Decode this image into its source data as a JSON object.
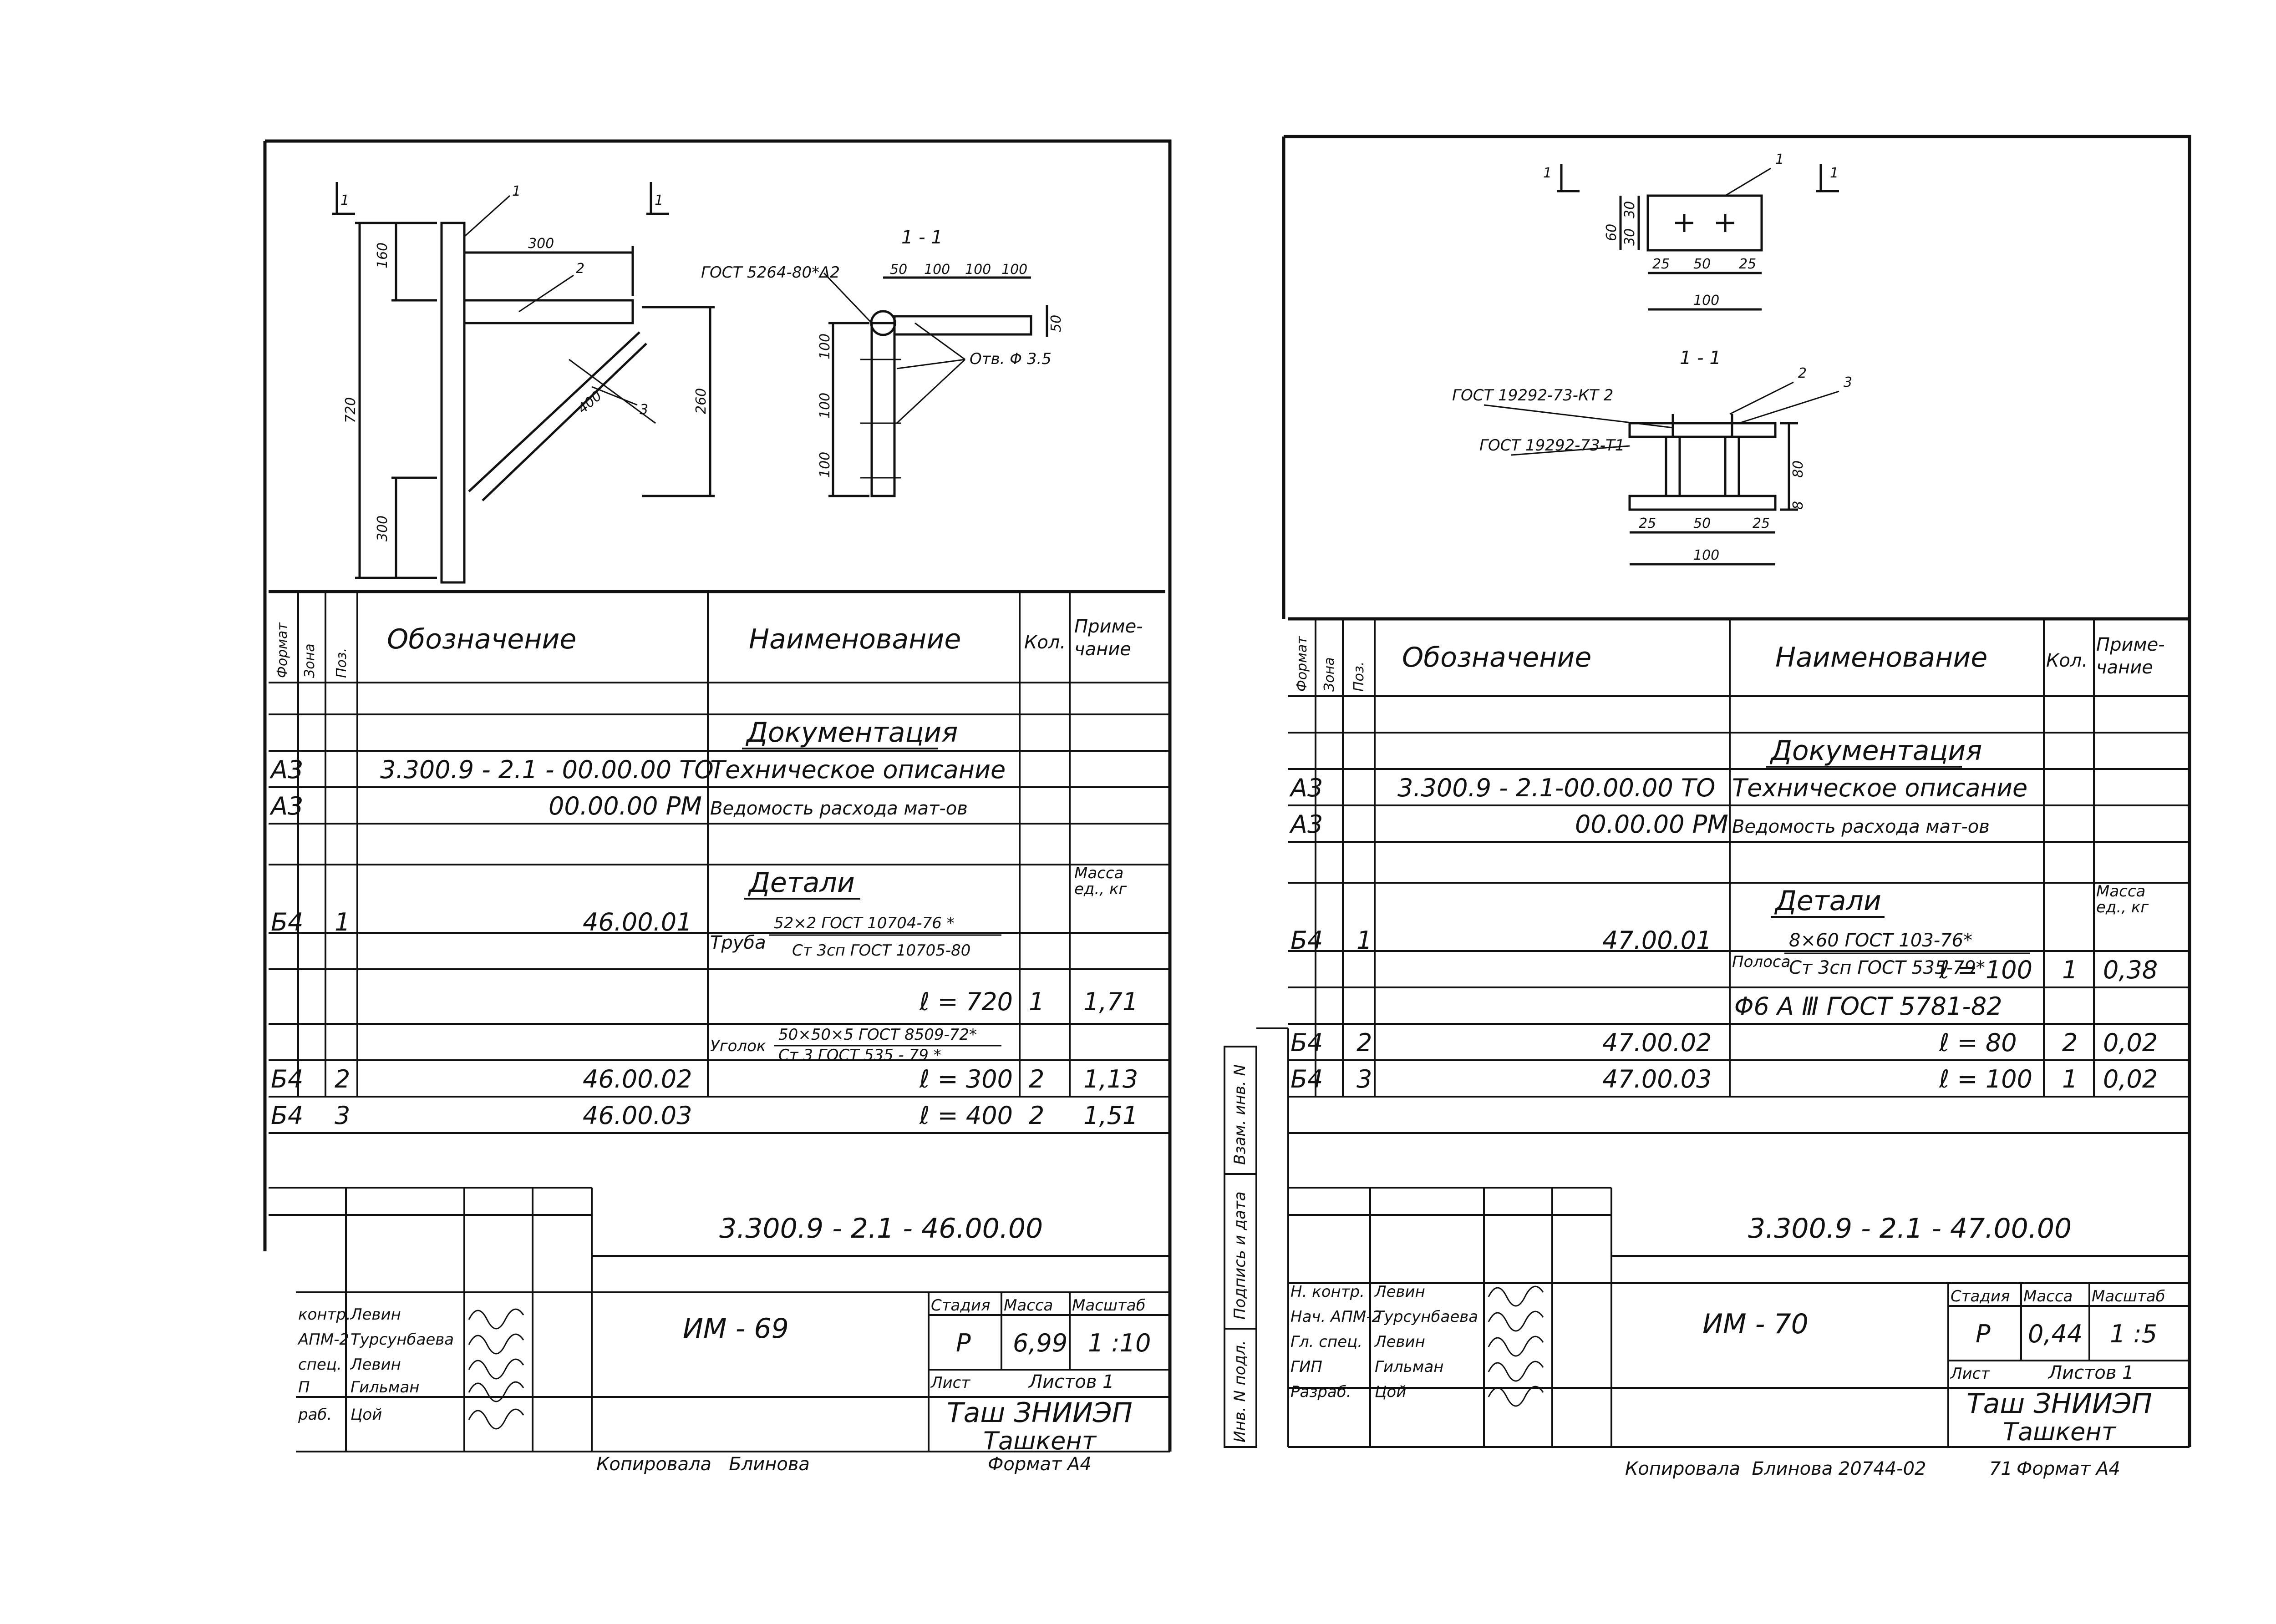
{
  "sheets": [
    {
      "drawing": {
        "section_mark": "1",
        "section_title": "1 - 1",
        "positions": [
          "1",
          "2",
          "3"
        ],
        "dims": {
          "d300": "300",
          "d160": "160",
          "d720": "720",
          "d300b": "300",
          "d400": "400",
          "d260": "260",
          "d50a": "50",
          "d100a": "100",
          "d100b": "100",
          "d100c": "100",
          "d50b": "50",
          "d100v1": "100",
          "d100v2": "100",
          "d100v3": "100"
        },
        "gost_weld": "ГОСТ 5264-80*Δ2",
        "hole_note": "Отв. Φ 3.5"
      },
      "table": {
        "headers": {
          "format": "Формат",
          "zone": "Зона",
          "pos": "Поз.",
          "designation": "Обозначение",
          "name": "Наименование",
          "qty": "Кол.",
          "note": "Приме-\nчание"
        },
        "rows": [
          {
            "format": "",
            "pos": "",
            "designation": "",
            "name": "Документация",
            "qty": "",
            "note": ""
          },
          {
            "format": "А3",
            "pos": "",
            "designation": "3.300.9 - 2.1 - 00.00.00 ТО",
            "name": "Техническое описание",
            "qty": "",
            "note": ""
          },
          {
            "format": "А3",
            "pos": "",
            "designation": "00.00.00 РМ",
            "name": "Ведомость расхода мат-ов",
            "qty": "",
            "note": ""
          },
          {
            "format": "",
            "pos": "",
            "designation": "",
            "name": "",
            "qty": "",
            "note": ""
          },
          {
            "format": "",
            "pos": "",
            "designation": "",
            "name": "Детали",
            "qty": "",
            "note": "Масса\nед., кг"
          },
          {
            "format": "Б4",
            "pos": "1",
            "designation": "46.00.01",
            "name_prefix": "Труба",
            "name_top": "52×2 ГОСТ 10704-76 *",
            "name_bottom": "Ст 3сп ГОСТ 10705-80",
            "qty": "",
            "note": ""
          },
          {
            "format": "",
            "pos": "",
            "designation": "",
            "name": "ℓ = 720",
            "qty": "1",
            "note": "1,71"
          },
          {
            "format": "",
            "pos": "",
            "designation": "",
            "name_prefix": "Уголок",
            "name_top": "50×50×5 ГОСТ 8509-72*",
            "name_bottom": "Ст 3 ГОСТ 535 - 79 *",
            "qty": "",
            "note": ""
          },
          {
            "format": "Б4",
            "pos": "2",
            "designation": "46.00.02",
            "name": "ℓ = 300",
            "qty": "2",
            "note": "1,13"
          },
          {
            "format": "Б4",
            "pos": "3",
            "designation": "46.00.03",
            "name": "ℓ = 400",
            "qty": "2",
            "note": "1,51"
          }
        ]
      },
      "title_block": {
        "doc_number": "3.300.9 - 2.1 - 46.00.00",
        "doc_title": "ИМ - 69",
        "stage_label": "Стадия",
        "mass_label": "Масса",
        "scale_label": "Масштаб",
        "stage": "Р",
        "mass": "6,99",
        "scale": "1 :10",
        "sheet_label": "Лист",
        "sheets_label": "Листов 1",
        "org_line1": "Таш ЗНИИЭП",
        "org_line2": "Ташкент",
        "signers": [
          {
            "role": "контр.",
            "name": "Левин"
          },
          {
            "role": "АПМ-2",
            "name": "Турсунбаева"
          },
          {
            "role": "спец.",
            "name": "Левин"
          },
          {
            "role": "П",
            "name": "Гильман"
          },
          {
            "role": "раб.",
            "name": "Цой"
          }
        ]
      },
      "footer": {
        "copied": "Копировала",
        "copier": "Блинова",
        "format": "Формат А4"
      }
    },
    {
      "drawing": {
        "section_mark": "1",
        "section_title": "1 - 1",
        "positions": [
          "1",
          "2",
          "3"
        ],
        "dims": {
          "d60": "60",
          "d30a": "30",
          "d30b": "30",
          "d25a": "25",
          "d50": "50",
          "d25b": "25",
          "d100": "100",
          "d80": "80",
          "d8": "8",
          "d25c": "25",
          "d50b": "50",
          "d25d": "25",
          "d100b": "100"
        },
        "gost_top": "ГОСТ 19292-73-КТ 2",
        "gost_bottom": "ГОСТ 19292-73-Т1"
      },
      "table": {
        "headers": {
          "format": "Формат",
          "zone": "Зона",
          "pos": "Поз.",
          "designation": "Обозначение",
          "name": "Наименование",
          "qty": "Кол.",
          "note": "Приме-\nчание"
        },
        "rows": [
          {
            "format": "",
            "pos": "",
            "designation": "",
            "name": "Документация",
            "qty": "",
            "note": ""
          },
          {
            "format": "А3",
            "pos": "",
            "designation": "3.300.9 - 2.1-00.00.00 ТО",
            "name": "Техническое описание",
            "qty": "",
            "note": ""
          },
          {
            "format": "А3",
            "pos": "",
            "designation": "00.00.00 РМ",
            "name": "Ведомость расхода мат-ов",
            "qty": "",
            "note": ""
          },
          {
            "format": "",
            "pos": "",
            "designation": "",
            "name": "",
            "qty": "",
            "note": ""
          },
          {
            "format": "",
            "pos": "",
            "designation": "",
            "name": "Детали",
            "qty": "",
            "note": "Масса\nед., кг"
          },
          {
            "format": "Б4",
            "pos": "1",
            "designation": "47.00.01",
            "name_prefix": "Полоса",
            "name_top": "8×60 ГОСТ 103-76*",
            "name_bottom": "Ст 3сп ГОСТ 535-79*",
            "qty": "",
            "note": ""
          },
          {
            "format": "",
            "pos": "",
            "designation": "",
            "name": "ℓ = 100",
            "qty": "1",
            "note": "0,38"
          },
          {
            "format": "",
            "pos": "",
            "designation": "",
            "name": "Φ6 А Ⅲ ГОСТ 5781-82",
            "qty": "",
            "note": ""
          },
          {
            "format": "Б4",
            "pos": "2",
            "designation": "47.00.02",
            "name": "ℓ = 80",
            "qty": "2",
            "note": "0,02"
          },
          {
            "format": "Б4",
            "pos": "3",
            "designation": "47.00.03",
            "name": "ℓ = 100",
            "qty": "1",
            "note": "0,02"
          }
        ]
      },
      "side_stamp": {
        "c1": "Взам. инв. N",
        "c2": "Подпись и дата",
        "c3": "Инв. N подл."
      },
      "title_block": {
        "doc_number": "3.300.9 - 2.1 - 47.00.00",
        "doc_title": "ИМ - 70",
        "stage_label": "Стадия",
        "mass_label": "Масса",
        "scale_label": "Масштаб",
        "stage": "Р",
        "mass": "0,44",
        "scale": "1 :5",
        "sheet_label": "Лист",
        "sheets_label": "Листов 1",
        "org_line1": "Таш ЗНИИЭП",
        "org_line2": "Ташкент",
        "signers": [
          {
            "role": "Н. контр.",
            "name": "Левин"
          },
          {
            "role": "Нач. АПМ-2",
            "name": "Турсунбаева"
          },
          {
            "role": "Гл. спец.",
            "name": "Левин"
          },
          {
            "role": "ГИП",
            "name": "Гильман"
          },
          {
            "role": "Разраб.",
            "name": "Цой"
          }
        ]
      },
      "footer": {
        "copied": "Копировала",
        "copier": "Блинова",
        "extra": "20744-02",
        "page": "71",
        "format": "Формат А4"
      }
    }
  ]
}
